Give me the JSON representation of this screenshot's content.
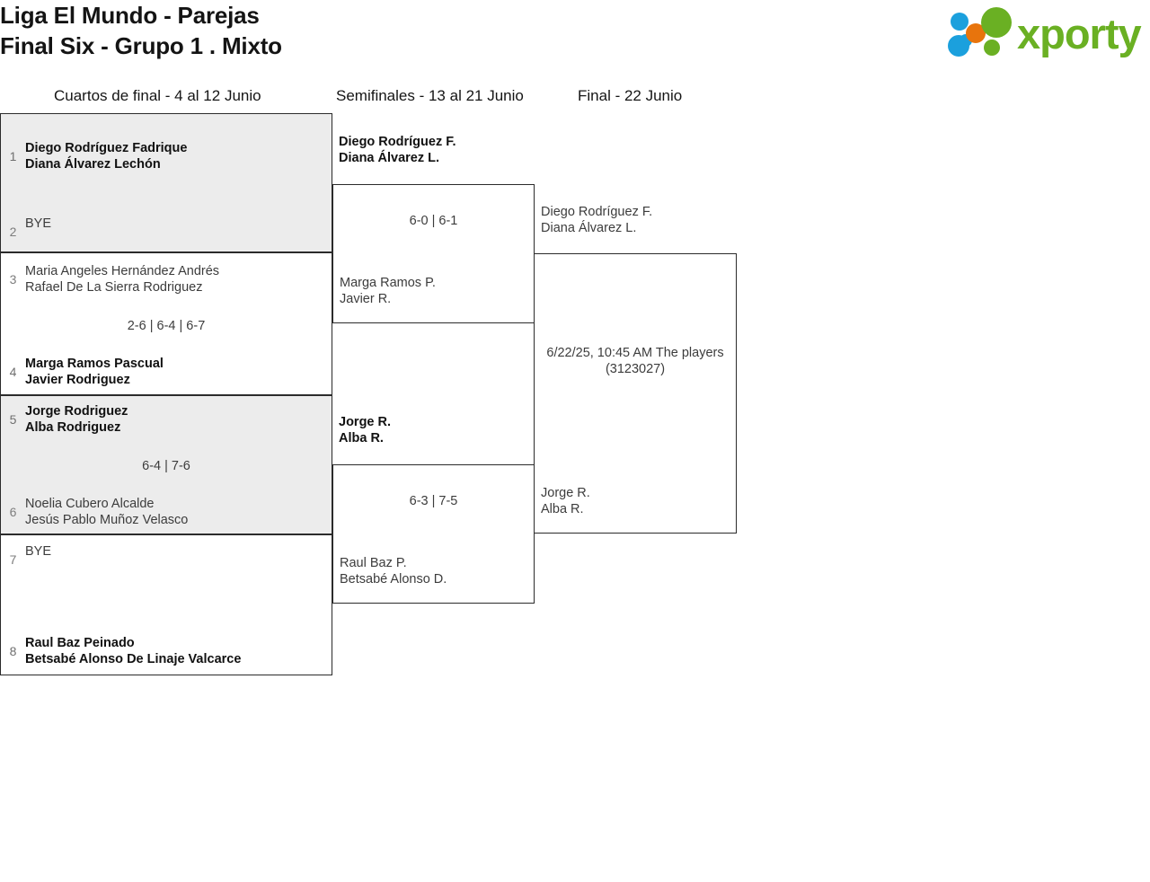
{
  "header": {
    "title_line_1": "Liga El Mundo - Parejas",
    "title_line_2": "Final Six - Grupo 1 . Mixto",
    "logo_text": "xporty",
    "logo_colors": {
      "green": "#6ab023",
      "blue": "#1ba0dd",
      "orange": "#e8740c"
    }
  },
  "rounds": [
    {
      "label": "Cuartos de final - 4 al 12 Junio"
    },
    {
      "label": "Semifinales - 13 al 21 Junio"
    },
    {
      "label": "Final - 22 Junio"
    }
  ],
  "bracket": {
    "quarterfinals": [
      {
        "shaded": true,
        "score": "",
        "top": {
          "seed": "1",
          "winner": true,
          "player_1": "Diego Rodríguez Fadrique",
          "player_2": "Diana Álvarez Lechón"
        },
        "bottom": {
          "seed": "2",
          "winner": false,
          "player_1": "BYE",
          "player_2": ""
        }
      },
      {
        "shaded": false,
        "score": "2-6 | 6-4 | 6-7",
        "top": {
          "seed": "3",
          "winner": false,
          "player_1": "Maria Angeles Hernández Andrés",
          "player_2": "Rafael De La Sierra Rodriguez"
        },
        "bottom": {
          "seed": "4",
          "winner": true,
          "player_1": "Marga Ramos Pascual",
          "player_2": "Javier Rodriguez"
        }
      },
      {
        "shaded": true,
        "score": "6-4 | 7-6",
        "top": {
          "seed": "5",
          "winner": true,
          "player_1": "Jorge Rodriguez",
          "player_2": "Alba Rodriguez"
        },
        "bottom": {
          "seed": "6",
          "winner": false,
          "player_1": "Noelia Cubero Alcalde",
          "player_2": "Jesús Pablo Muñoz Velasco"
        }
      },
      {
        "shaded": false,
        "score": "",
        "top": {
          "seed": "7",
          "winner": false,
          "player_1": "BYE",
          "player_2": ""
        },
        "bottom": {
          "seed": "8",
          "winner": true,
          "player_1": "Raul Baz Peinado",
          "player_2": "Betsabé Alonso De Linaje Valcarce"
        }
      }
    ],
    "semifinals": [
      {
        "score": "6-0 | 6-1",
        "top": {
          "winner": true,
          "player_1": "Diego Rodríguez F.",
          "player_2": "Diana Álvarez L."
        },
        "bottom": {
          "winner": false,
          "player_1": "Marga Ramos P.",
          "player_2": "Javier R."
        }
      },
      {
        "score": "6-3 | 7-5",
        "top": {
          "winner": true,
          "player_1": "Jorge R.",
          "player_2": "Alba R."
        },
        "bottom": {
          "winner": false,
          "player_1": "Raul Baz P.",
          "player_2": "Betsabé Alonso D."
        }
      }
    ],
    "final": {
      "schedule_line_1": "6/22/25, 10:45 AM The players",
      "schedule_line_2": "(3123027)",
      "top": {
        "winner": false,
        "player_1": "Diego Rodríguez F.",
        "player_2": "Diana Álvarez L."
      },
      "bottom": {
        "winner": false,
        "player_1": "Jorge R.",
        "player_2": "Alba R."
      }
    }
  }
}
